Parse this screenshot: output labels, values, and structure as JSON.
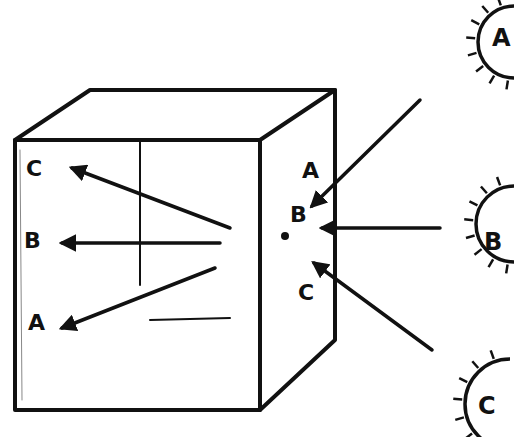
{
  "diagram": {
    "nodes": [
      {
        "text": [
          "A"
        ]
      },
      {
        "text": [
          "B"
        ]
      },
      {
        "text": [
          "C"
        ]
      }
    ],
    "labels": [
      "C",
      "B",
      "A",
      "A",
      "B",
      "C"
    ]
  }
}
